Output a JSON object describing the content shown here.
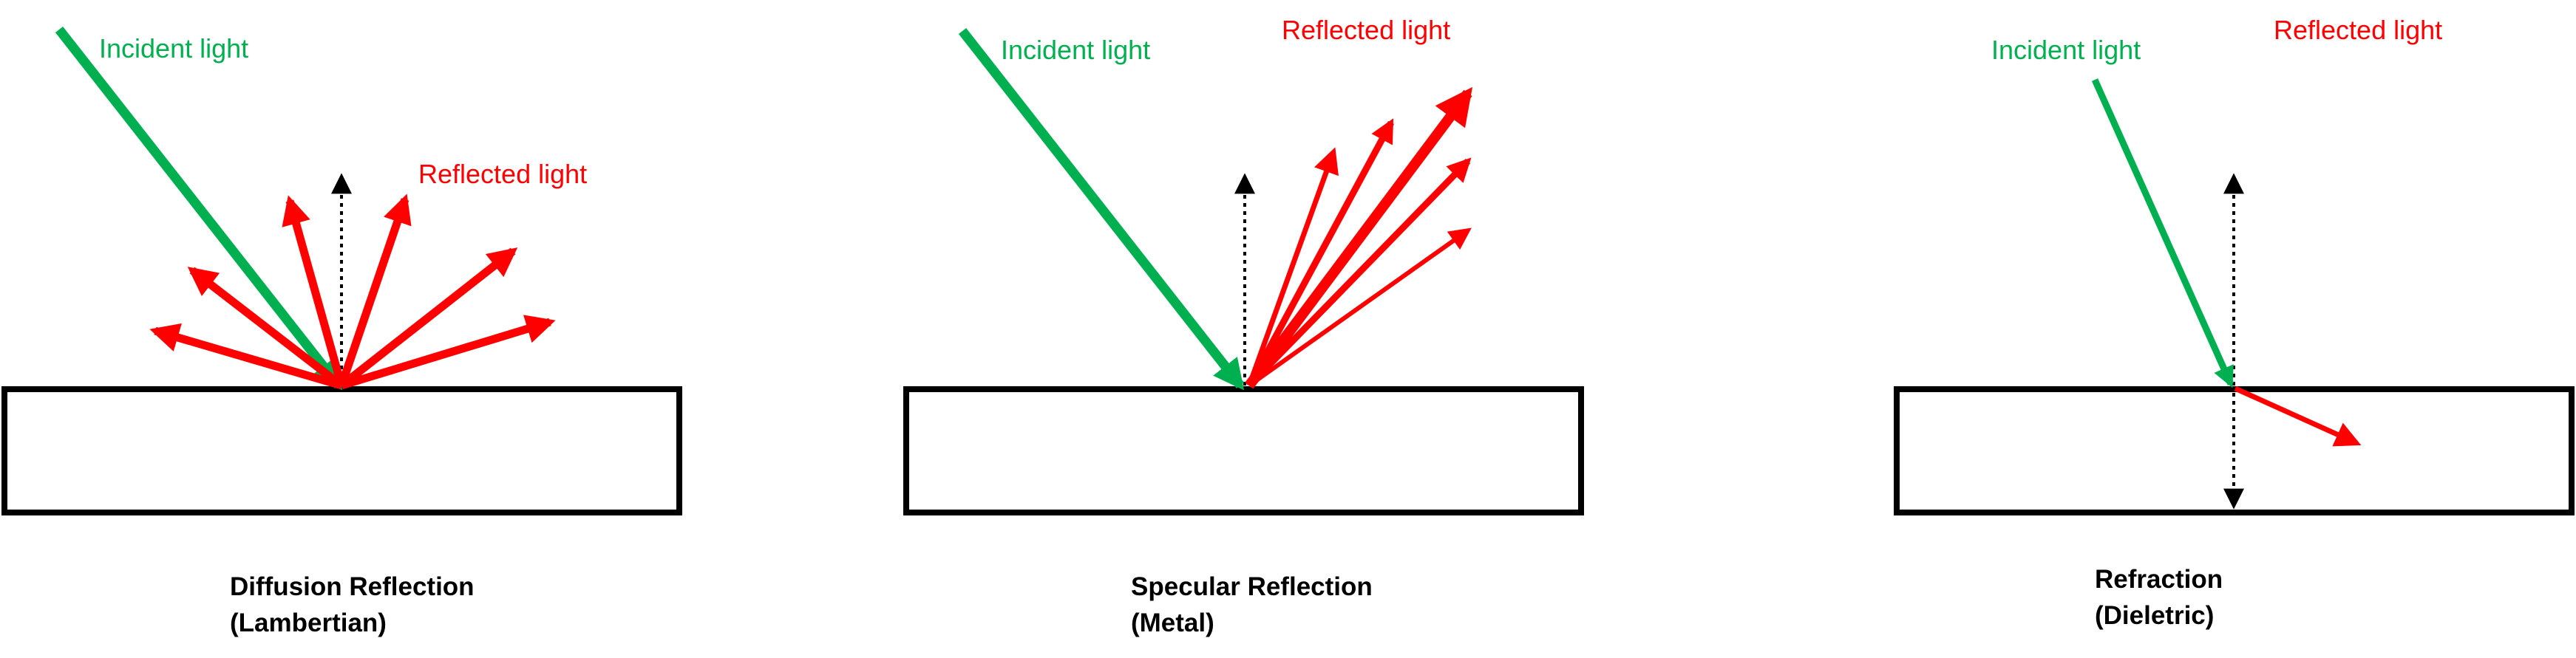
{
  "colors": {
    "incident": "#00b050",
    "reflected": "#ff0000",
    "normal": "#000000",
    "surface_stroke": "#000000",
    "background": "#ffffff"
  },
  "panels": [
    {
      "id": "diffuse",
      "incident_label": "Incident light",
      "reflected_label": "Reflected light",
      "caption_line1": "Diffusion Reflection",
      "caption_line2": "(Lambertian)"
    },
    {
      "id": "specular",
      "incident_label": "Incident light",
      "reflected_label": "Reflected light",
      "caption_line1": "Specular Reflection",
      "caption_line2": "(Metal)"
    },
    {
      "id": "refraction",
      "incident_label": "Incident light",
      "reflected_label": "Reflected light",
      "caption_line1": "Refraction",
      "caption_line2": "(Dieletric)"
    }
  ]
}
